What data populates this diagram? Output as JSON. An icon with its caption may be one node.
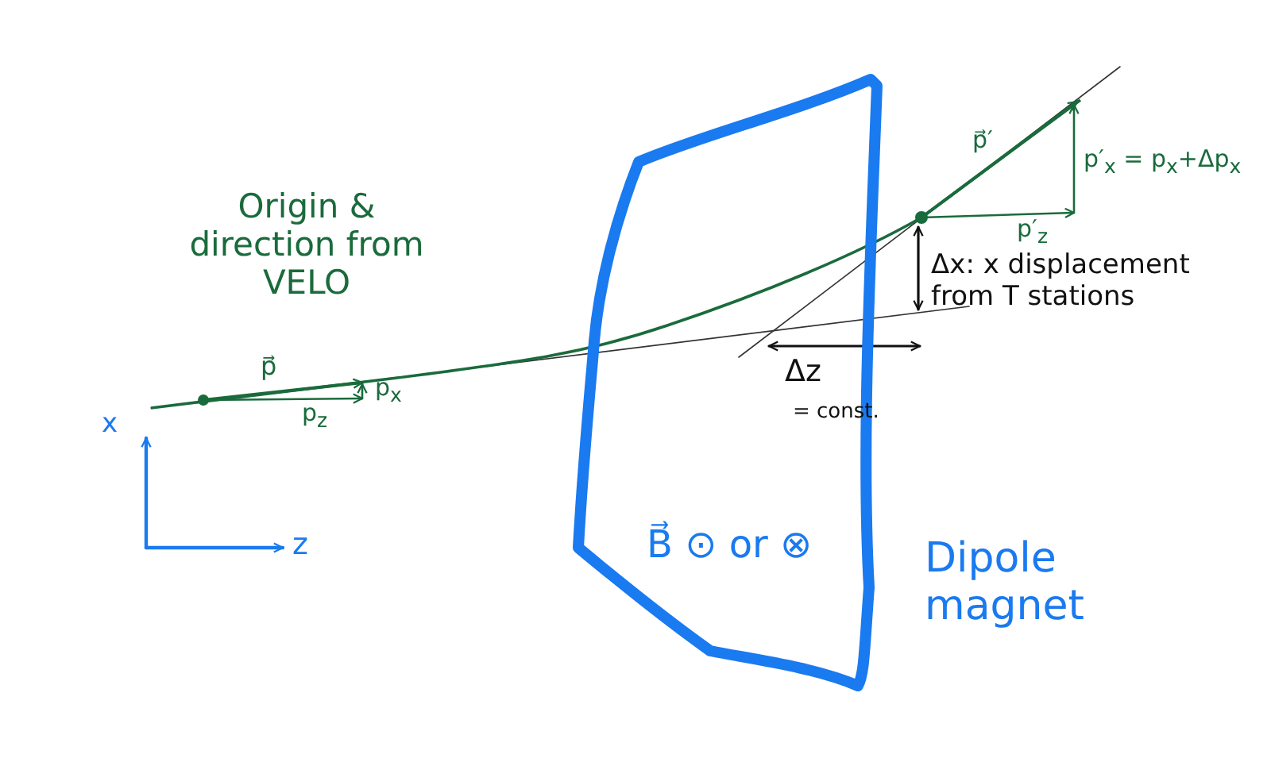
{
  "diagram": {
    "nodes": [
      {
        "text": [
          "B⃗ ⊙ or ⊗"
        ],
        "beside": [
          "Dipole magnet"
        ]
      }
    ],
    "labels": [
      "Origin & direction from VELO",
      "p⃗′",
      "p′$_{x}$ = p$_{x}$+Δp$_{x}$",
      "p⃗",
      "p′$_{z}$",
      "Δx: x displacement from T stations",
      "p$_{x}$",
      "p$_{z}$",
      "Δz",
      "= const.",
      "x",
      "z"
    ]
  }
}
